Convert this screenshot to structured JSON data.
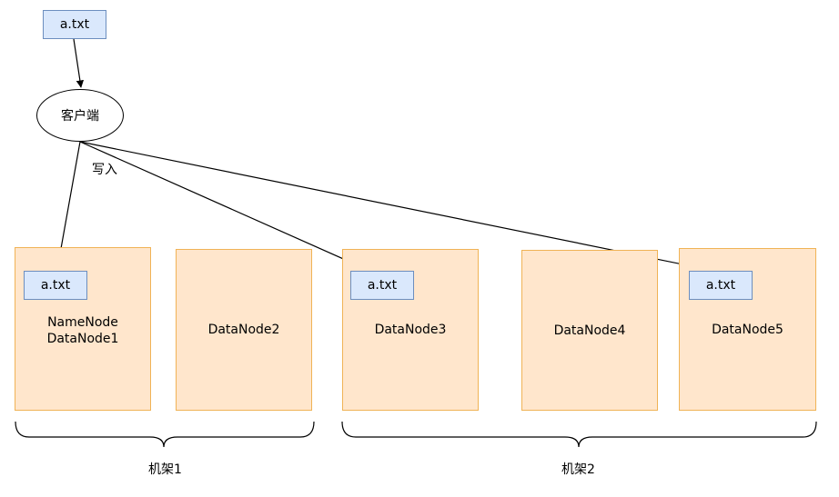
{
  "source_file": {
    "label": "a.txt"
  },
  "client": {
    "label": "客户端"
  },
  "write_label": "写入",
  "nodes": [
    {
      "label": "NameNode\nDataNode1",
      "file": "a.txt"
    },
    {
      "label": "DataNode2",
      "file": ""
    },
    {
      "label": "DataNode3",
      "file": "a.txt"
    },
    {
      "label": "DataNode4",
      "file": ""
    },
    {
      "label": "DataNode5",
      "file": "a.txt"
    }
  ],
  "racks": [
    {
      "label": "机架1"
    },
    {
      "label": "机架2"
    }
  ],
  "colors": {
    "node_fill": "#ffe6cc",
    "node_border": "#f0b356",
    "file_fill": "#dae8fc",
    "file_border": "#6c8ebf"
  }
}
